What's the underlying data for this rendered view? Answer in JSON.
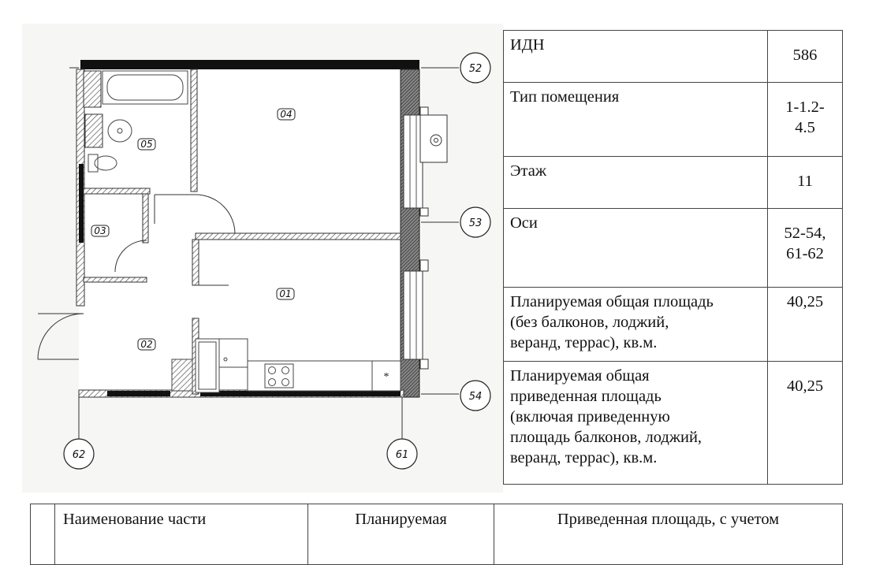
{
  "plan": {
    "axes": [
      "52",
      "53",
      "54",
      "62",
      "61"
    ],
    "rooms": [
      "04",
      "05",
      "03",
      "01",
      "02"
    ],
    "kitchen_mark": "*"
  },
  "info_table": [
    {
      "label": "ИДН",
      "value": "586"
    },
    {
      "label": "Тип помещения",
      "value": "1-1.2-\n4.5"
    },
    {
      "label": "Этаж",
      "value": "11"
    },
    {
      "label": "Оси",
      "value": "52-54,\n61-62"
    },
    {
      "label": "Планируемая общая площадь\n(без балконов, лоджий,\nверанд, террас), кв.м.",
      "value": "40,25"
    },
    {
      "label": "Планируемая общая\nприведенная площадь\n(включая приведенную\nплощадь балконов, лоджий,\nверанд, террас), кв.м.",
      "value": "40,25"
    }
  ],
  "bottom_table": {
    "headers": [
      "",
      "Наименование части",
      "Планируемая",
      "Приведенная площадь, с учетом"
    ]
  }
}
